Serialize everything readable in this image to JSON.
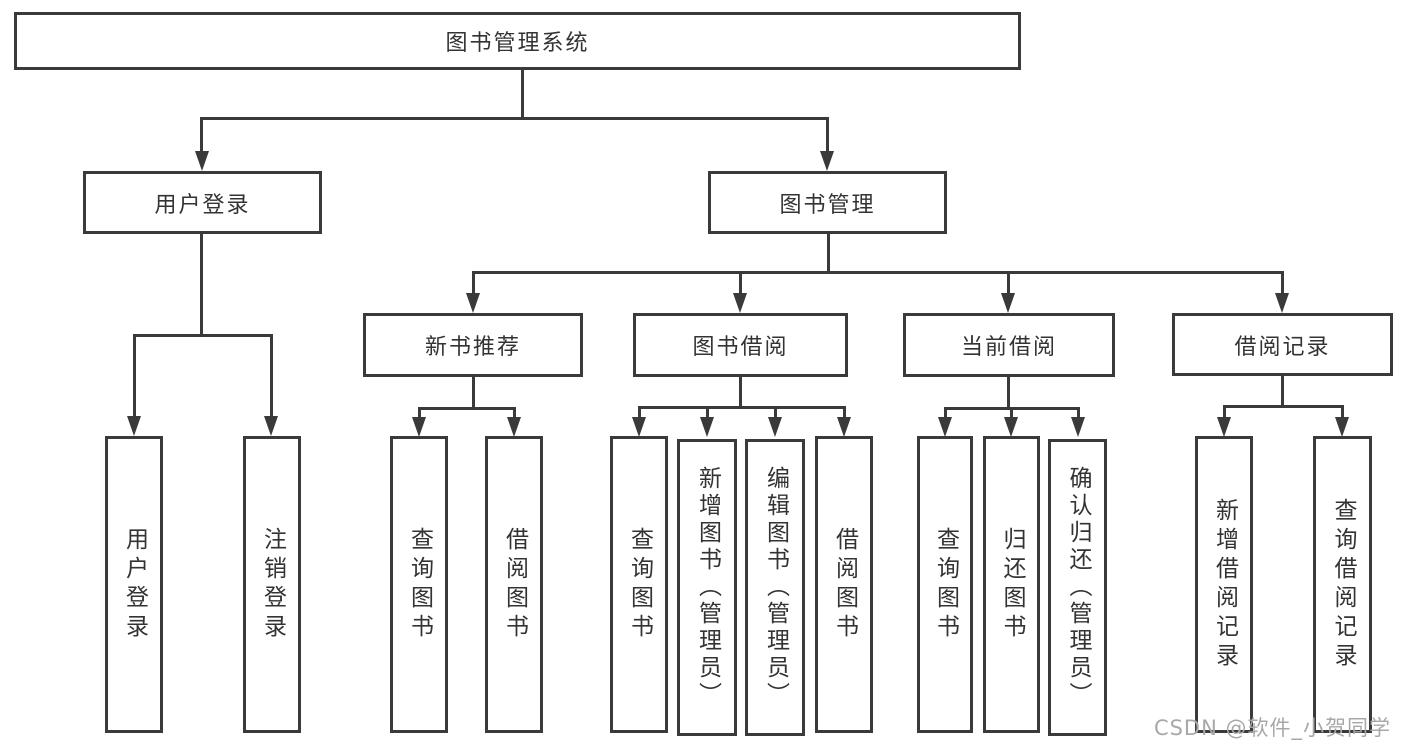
{
  "colors": {
    "line": "#3a3a3a",
    "text": "#333333",
    "watermark": "#a8a8a8",
    "bg": "#ffffff"
  },
  "tree": {
    "root": "图书管理系统",
    "branches": [
      {
        "label": "用户登录",
        "children": [
          "用户登录",
          "注销登录"
        ]
      },
      {
        "label": "图书管理",
        "children": [
          {
            "label": "新书推荐",
            "children": [
              "查询图书",
              "借阅图书"
            ]
          },
          {
            "label": "图书借阅",
            "children": [
              "查询图书",
              "新增图书（管理员）",
              "编辑图书（管理员）",
              "借阅图书"
            ]
          },
          {
            "label": "当前借阅",
            "children": [
              "查询图书",
              "归还图书",
              "确认归还（管理员）"
            ]
          },
          {
            "label": "借阅记录",
            "children": [
              "新增借阅记录",
              "查询借阅记录"
            ]
          }
        ]
      }
    ]
  },
  "watermark": {
    "text": "CSDN @软件_小贺同学"
  }
}
